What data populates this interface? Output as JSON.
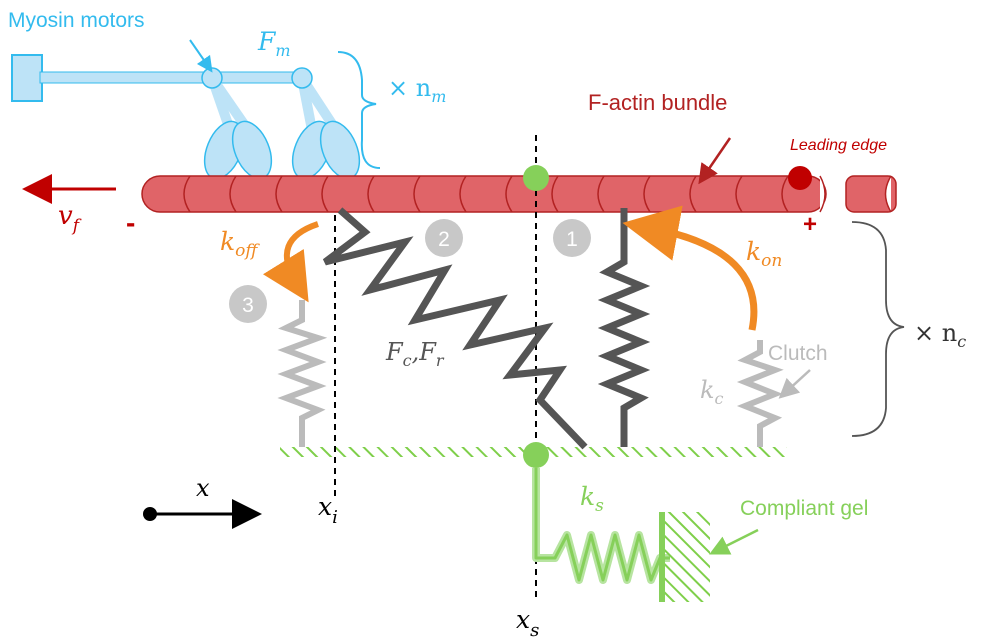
{
  "labels": {
    "myosin_motors": "Myosin motors",
    "fm_base": "F",
    "fm_sub": "m",
    "nm_prefix": "× n",
    "nm_sub": "m",
    "factin_bundle": "F-actin bundle",
    "leading_edge": "Leading edge",
    "vf_base": "v",
    "vf_sub": "f",
    "minus_sign": "-",
    "plus_sign": "+",
    "koff_base": "k",
    "koff_sub": "off",
    "kon_base": "k",
    "kon_sub": "on",
    "nc_prefix": "× n",
    "nc_sub": "c",
    "clutch": "Clutch",
    "kc_base": "k",
    "kc_sub": "c",
    "fc_base": "F",
    "fc_sub": "c",
    "fr_base": ",F",
    "fr_sub": "r",
    "x_axis": "x",
    "xi_base": "x",
    "xi_sub": "i",
    "xs_base": "x",
    "xs_sub": "s",
    "ks_base": "k",
    "ks_sub": "s",
    "compliant_gel": "Compliant gel",
    "state_1": "1",
    "state_2": "2",
    "state_3": "3"
  },
  "colors": {
    "myosin": "#33bbee",
    "myosin_fill": "#bde3f7",
    "actin": "#e06468",
    "actin_dark": "#b22222",
    "orange": "#f08a24",
    "gray_dark": "#555555",
    "gray_light": "#bbbbbb",
    "green": "#86d05a",
    "green_light": "#b7e4a0"
  }
}
